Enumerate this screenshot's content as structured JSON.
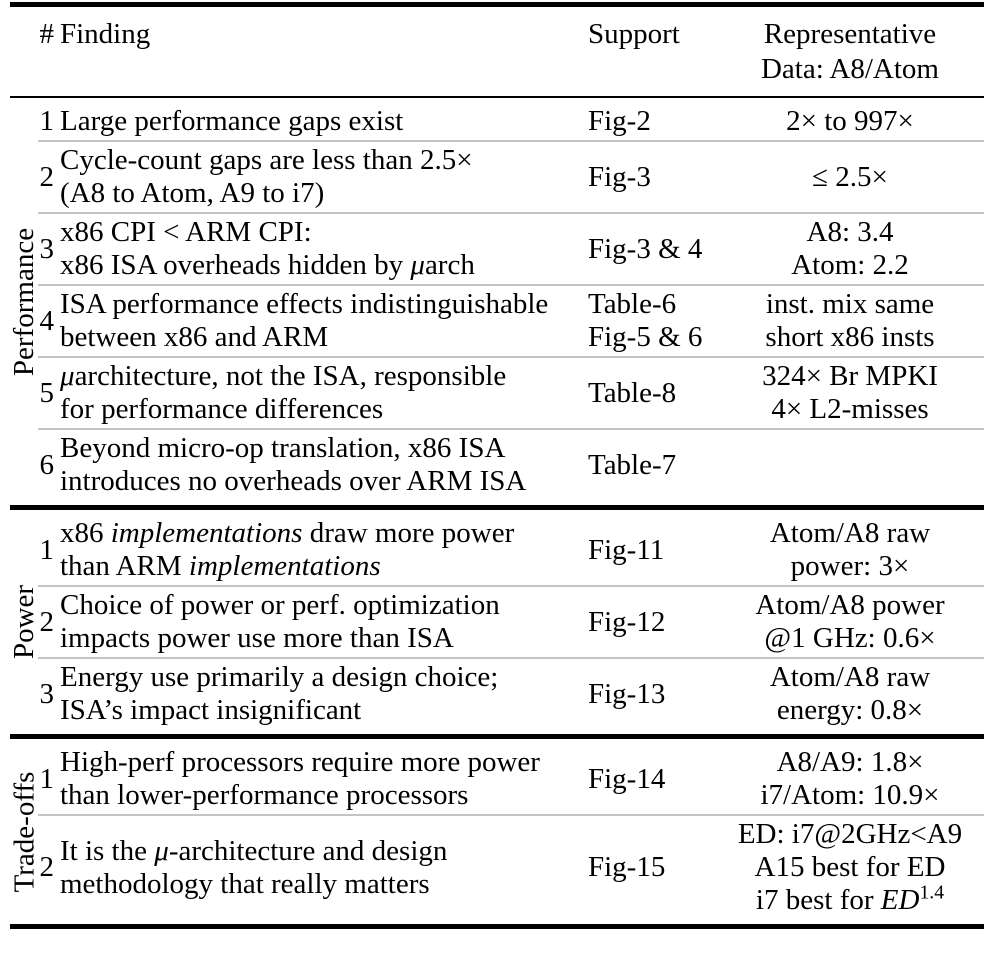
{
  "style": {
    "background": "#ffffff",
    "text_color": "#000000",
    "heavy_rule_color": "#000000",
    "row_divider_color": "#c4c4c4"
  },
  "header": {
    "number_sign": "#",
    "finding": "Finding",
    "support": "Support",
    "representative_line1": "Representative",
    "representative_line2": "Data: A8/Atom"
  },
  "sections": [
    {
      "label": "Performance",
      "rows": [
        {
          "num": "1",
          "f1": "Large performance gaps exist",
          "s1": "Fig-2",
          "r1": "2× to 997×"
        },
        {
          "num": "2",
          "f1": "Cycle-count gaps are less than 2.5×",
          "f2": "(A8 to Atom, A9 to i7)",
          "s1": "Fig-3",
          "r1": "≤ 2.5×"
        },
        {
          "num": "3",
          "f1": "x86 CPI < ARM CPI:",
          "f2a": "x86 ISA overheads hidden by ",
          "f2mu": "μ",
          "f2b": "arch",
          "s1": "Fig-3 & 4",
          "r1": "A8: 3.4",
          "r2": "Atom: 2.2"
        },
        {
          "num": "4",
          "f1": "ISA performance effects indistinguishable",
          "f2": "between x86 and ARM",
          "s1": "Table-6",
          "s2": "Fig-5 & 6",
          "r1": "inst. mix same",
          "r2": "short x86 insts"
        },
        {
          "num": "5",
          "f1mu": "μ",
          "f1a": "architecture, not the ISA, responsible",
          "f2": "for performance differences",
          "s1": "Table-8",
          "r1": "324× Br MPKI",
          "r2": "4× L2-misses"
        },
        {
          "num": "6",
          "f1": "Beyond micro-op translation, x86 ISA",
          "f2": "introduces no overheads over ARM ISA",
          "s1": "Table-7"
        }
      ]
    },
    {
      "label": "Power",
      "rows": [
        {
          "num": "1",
          "f1a": "x86 ",
          "f1it": "implementations",
          "f1b": " draw more power",
          "f2a": "than ARM ",
          "f2it": "implementations",
          "s1": "Fig-11",
          "r1": "Atom/A8 raw",
          "r2": "power: 3×"
        },
        {
          "num": "2",
          "f1": "Choice of power or perf. optimization",
          "f2": "impacts power use more than ISA",
          "s1": "Fig-12",
          "r1": "Atom/A8 power",
          "r2": "@1 GHz: 0.6×"
        },
        {
          "num": "3",
          "f1": "Energy use primarily a design choice;",
          "f2": "ISA’s impact insignificant",
          "s1": "Fig-13",
          "r1": "Atom/A8 raw",
          "r2": "energy: 0.8×"
        }
      ]
    },
    {
      "label": "Trade-offs",
      "rows": [
        {
          "num": "1",
          "f1": "High-perf processors require more power",
          "f2": "than lower-performance processors",
          "s1": "Fig-14",
          "r1": "A8/A9: 1.8×",
          "r2": "i7/Atom: 10.9×"
        },
        {
          "num": "2",
          "f1a": "It is the ",
          "f1mu": "μ",
          "f1b": "-architecture and design",
          "f2": "methodology that really matters",
          "s1": "Fig-15",
          "r1": "ED: i7@2GHz<A9",
          "r2": "A15 best for ED",
          "r3a": "i7 best for ",
          "r3it": "ED",
          "r3sup": "1.4"
        }
      ]
    }
  ]
}
